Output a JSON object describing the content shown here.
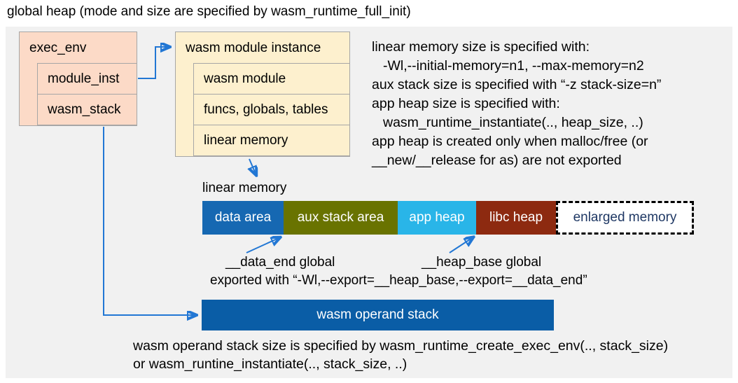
{
  "title": "global heap (mode and size are specified by wasm_runtime_full_init)",
  "exec_env_box": {
    "header": "exec_env",
    "rows": [
      {
        "label": "module_inst"
      },
      {
        "label": "wasm_stack"
      }
    ]
  },
  "module_instance_box": {
    "header": "wasm module instance",
    "rows": [
      {
        "label": "wasm module"
      },
      {
        "label": "funcs, globals, tables"
      },
      {
        "label": "linear memory"
      }
    ]
  },
  "notes_right": {
    "lines": [
      {
        "text": "linear memory size is specified with:"
      },
      {
        "text": "-Wl,--initial-memory=n1, --max-memory=n2"
      },
      {
        "text": "aux stack size is specified with “-z stack-size=n”"
      },
      {
        "text": "app heap size is specified with:"
      },
      {
        "text": "wasm_runtime_instantiate(.., heap_size, ..)"
      },
      {
        "text": "app heap is created only when malloc/free (or"
      },
      {
        "text": "__new/__release for as) are not exported"
      }
    ]
  },
  "linear_memory": {
    "label": "linear memory",
    "segments": [
      {
        "label": "data area",
        "color": "#1668b2"
      },
      {
        "label": "aux stack area",
        "color": "#697300"
      },
      {
        "label": "app heap",
        "color": "#29b5e8"
      },
      {
        "label": "libc heap",
        "color": "#8d2a10"
      },
      {
        "label": "enlarged memory",
        "color": "#ffffff",
        "text_color": "#1f3864",
        "border": "dashed"
      }
    ]
  },
  "globals_annotation": {
    "data_end": "__data_end global",
    "heap_base": "__heap_base global",
    "exported": "exported with “-Wl,--export=__heap_base,--export=__data_end”"
  },
  "operand_stack": {
    "label": "wasm operand stack",
    "color": "#0a5da6",
    "note_lines": [
      "wasm operand stack size is specified by wasm_runtime_create_exec_env(.., stack_size)",
      "or wasm_runtine_instantiate(.., stack_size, ..)"
    ]
  },
  "colors": {
    "panel_background": "#f1f1f1",
    "struct_pink": "#fcdac7",
    "struct_cream": "#fdf0ce",
    "connector_blue": "#2277d4"
  }
}
